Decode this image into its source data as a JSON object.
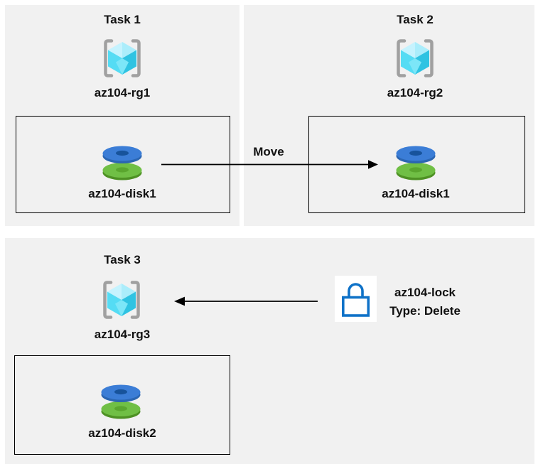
{
  "diagram": {
    "panels": [
      {
        "title": "Task 1",
        "resource_group": "az104-rg1",
        "disk": "az104-disk1"
      },
      {
        "title": "Task 2",
        "resource_group": "az104-rg2",
        "disk": "az104-disk1"
      },
      {
        "title": "Task 3",
        "resource_group": "az104-rg3",
        "disk": "az104-disk2"
      }
    ],
    "move_arrow_label": "Move",
    "lock": {
      "name": "az104-lock",
      "type": "Type: Delete"
    },
    "colors": {
      "panel_background": "#f1f1f1",
      "box_border": "#000000",
      "arrow": "#000000",
      "text": "#111111",
      "bracket_gray": "#a0a0a0",
      "cube_cyan_lightest": "#c6f3fe",
      "cube_cyan_light": "#abedfb",
      "cube_cyan": "#55dcf4",
      "cube_cyan_dark": "#2fc3e2",
      "disk_blue": "#3b7dd6",
      "disk_blue_dark": "#2b66b2",
      "disk_blue_hole": "#17539b",
      "disk_green": "#70bf45",
      "disk_green_dark": "#4e9124",
      "disk_green_hole": "#5aa62e",
      "lock_blue": "#0f72c8",
      "lock_background": "#ffffff"
    }
  }
}
